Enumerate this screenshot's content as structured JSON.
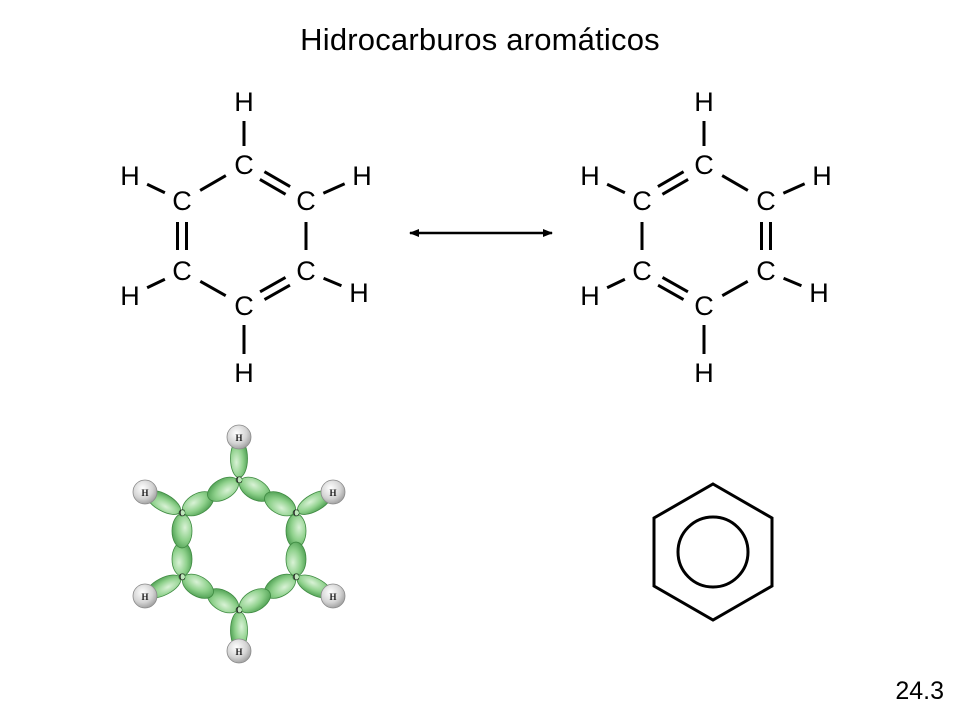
{
  "title": "Hidrocarburos aromáticos",
  "page_number": "24.3",
  "atoms": {
    "carbon": "C",
    "hydrogen": "H"
  },
  "colors": {
    "ink": "#000000",
    "orbital_fill": "#8fd18c",
    "orbital_stroke": "#3e8a41",
    "hydrogen_fill": "#d4d4d4"
  },
  "icons": {
    "resonance": "double-headed-arrow-icon",
    "benzene": "benzene-ring-icon"
  }
}
